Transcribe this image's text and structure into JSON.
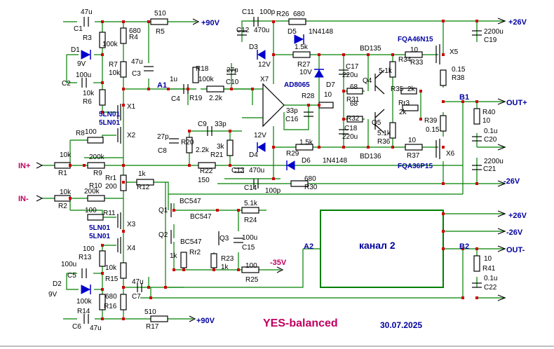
{
  "title": "YES-balanced",
  "date": "30.07.2025",
  "nets": {
    "p90_top": "+90V",
    "p90_bot": "+90V",
    "p26_top": "+26V",
    "n26_top": "-26V",
    "p26_mid": "+26V",
    "n26_mid": "-26V",
    "n35": "-35V",
    "in_plus": "IN+",
    "in_minus": "IN-",
    "out_plus": "OUT+",
    "out_minus": "OUT-",
    "a1": "A1",
    "a2": "A2",
    "b1": "B1",
    "b2": "B2"
  },
  "channel2": "канал 2",
  "parts": {
    "C1": {
      "ref": "C1",
      "val": "47u"
    },
    "R3": {
      "ref": "R3",
      "val": "100k"
    },
    "R4": {
      "ref": "R4",
      "val": "680"
    },
    "R5": {
      "ref": "R5",
      "val": "510"
    },
    "D1": {
      "ref": "D1",
      "val": "9V"
    },
    "C2": {
      "ref": "C2",
      "val": "100u"
    },
    "R6": {
      "ref": "R6",
      "val": "10k"
    },
    "R7": {
      "ref": "R7",
      "val": "10k"
    },
    "C3": {
      "ref": "C3",
      "val": "47u"
    },
    "X1": {
      "ref": "X1",
      "val": "5LN01"
    },
    "X2": {
      "ref": "X2",
      "val": "5LN01"
    },
    "R8": {
      "ref": "R8",
      "val": "100"
    },
    "R1": {
      "ref": "R1",
      "val": "10k"
    },
    "R9": {
      "ref": "R9",
      "val": "200k"
    },
    "Rr1": {
      "ref": "Rr1",
      "val": "200"
    },
    "R12": {
      "ref": "R12",
      "val": "1k"
    },
    "R2": {
      "ref": "R2",
      "val": "10k"
    },
    "R10": {
      "ref": "R10",
      "val": "200k"
    },
    "R11": {
      "ref": "R11",
      "val": "100"
    },
    "X3": {
      "ref": "X3",
      "val": "5LN01"
    },
    "X4": {
      "ref": "X4",
      "val": "5LN01"
    },
    "R13": {
      "ref": "R13",
      "val": "100"
    },
    "C5": {
      "ref": "C5",
      "val": "100u"
    },
    "D2": {
      "ref": "D2",
      "val": "9V"
    },
    "R14": {
      "ref": "R14",
      "val": "100k"
    },
    "R15": {
      "ref": "R15",
      "val": "10k"
    },
    "R16": {
      "ref": "R16",
      "val": "680"
    },
    "C7": {
      "ref": "C7",
      "val": "47u"
    },
    "C6": {
      "ref": "C6",
      "val": "47u"
    },
    "R17": {
      "ref": "R17",
      "val": "510"
    },
    "C4": {
      "ref": "C4",
      "val": "1u"
    },
    "R18": {
      "ref": "R18",
      "val": "100k"
    },
    "R19": {
      "ref": "R19",
      "val": "2.2k"
    },
    "C10": {
      "ref": "C10",
      "val": "27p"
    },
    "C11": {
      "ref": "C11",
      "val": "100p"
    },
    "C12": {
      "ref": "C12",
      "val": "470u"
    },
    "R26": {
      "ref": "R26",
      "val": "680"
    },
    "D5": {
      "ref": "D5",
      "val": "1N4148"
    },
    "D3": {
      "ref": "D3",
      "val": "12V"
    },
    "R27": {
      "ref": "R27",
      "val": "1.5k"
    },
    "X7": {
      "ref": "X7",
      "val": "AD8065"
    },
    "D7": {
      "ref": "D7",
      "val": "10V"
    },
    "C17": {
      "ref": "C17",
      "val": "220u"
    },
    "R28": {
      "ref": "R28",
      "val": "10"
    },
    "C16": {
      "ref": "C16",
      "val": "33p"
    },
    "C8": {
      "ref": "C8",
      "val": "27p"
    },
    "C9": {
      "ref": "C9",
      "val": "33p"
    },
    "R20": {
      "ref": "R20",
      "val": "2.2k"
    },
    "R21": {
      "ref": "R21",
      "val": "3k"
    },
    "R22": {
      "ref": "R22",
      "val": "150"
    },
    "C13": {
      "ref": "C13",
      "val": "470u"
    },
    "C14": {
      "ref": "C14",
      "val": "100p"
    },
    "D4": {
      "ref": "D4",
      "val": "12V"
    },
    "R29": {
      "ref": "R29",
      "val": "1.5k"
    },
    "D6": {
      "ref": "D6",
      "val": "1N4148"
    },
    "R30": {
      "ref": "R30",
      "val": "680"
    },
    "C18": {
      "ref": "C18",
      "val": "220u"
    },
    "Q4": {
      "ref": "Q4",
      "val": "BD135"
    },
    "Q5": {
      "ref": "Q5",
      "val": "BD136"
    },
    "R31": {
      "ref": "R31",
      "val": "68"
    },
    "R32": {
      "ref": "R32",
      "val": "68"
    },
    "R34": {
      "ref": "R34",
      "val": "5.1k"
    },
    "R35": {
      "ref": "R35",
      "val": "2k"
    },
    "Rr3": {
      "ref": "Rr3",
      "val": "2k"
    },
    "R36": {
      "ref": "R36",
      "val": "5.1k"
    },
    "R33": {
      "ref": "R33",
      "val": "10"
    },
    "R37": {
      "ref": "R37",
      "val": "10"
    },
    "X5": {
      "ref": "X5",
      "val": "FQA46N15"
    },
    "X6": {
      "ref": "X6",
      "val": "FQA36P15"
    },
    "R38": {
      "ref": "R38",
      "val": "0.15"
    },
    "R39": {
      "ref": "R39",
      "val": "0.15"
    },
    "C19": {
      "ref": "C19",
      "val": "2200u"
    },
    "C21": {
      "ref": "C21",
      "val": "2200u"
    },
    "R40": {
      "ref": "R40",
      "val": "10"
    },
    "C20": {
      "ref": "C20",
      "val": "0.1u"
    },
    "R41": {
      "ref": "R41",
      "val": "10"
    },
    "C22": {
      "ref": "C22",
      "val": "0.1u"
    },
    "Q1": {
      "ref": "Q1",
      "val": "BC547"
    },
    "Q2": {
      "ref": "Q2",
      "val": "BC547"
    },
    "Q3": {
      "ref": "Q3",
      "val": "BC547"
    },
    "R24": {
      "ref": "R24",
      "val": "5.1k"
    },
    "C15": {
      "ref": "C15",
      "val": "100u"
    },
    "Rr2": {
      "ref": "Rr2",
      "val": "1k"
    },
    "R23": {
      "ref": "R23",
      "val": "1k"
    },
    "R25": {
      "ref": "R25",
      "val": "100"
    }
  }
}
